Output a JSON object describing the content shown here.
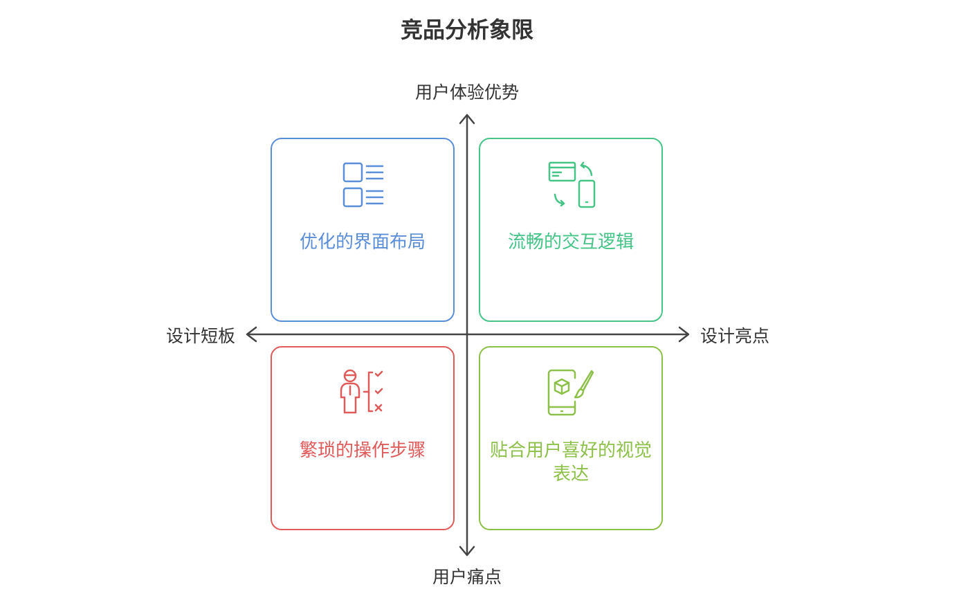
{
  "title": "竞品分析象限",
  "axes": {
    "top": "用户体验优势",
    "bottom": "用户痛点",
    "left": "设计短板",
    "right": "设计亮点"
  },
  "quadrants": {
    "top_left": {
      "label": "优化的界面布局",
      "icon": "layout-icon",
      "color": "#5b8ed8"
    },
    "top_right": {
      "label": "流畅的交互逻辑",
      "icon": "sync-devices-icon",
      "color": "#44c486"
    },
    "bottom_left": {
      "label": "繁琐的操作步骤",
      "icon": "person-checklist-icon",
      "color": "#e15a5a"
    },
    "bottom_right": {
      "label": "贴合用户喜好的视觉表达",
      "icon": "mobile-design-icon",
      "color": "#8dc048"
    }
  }
}
